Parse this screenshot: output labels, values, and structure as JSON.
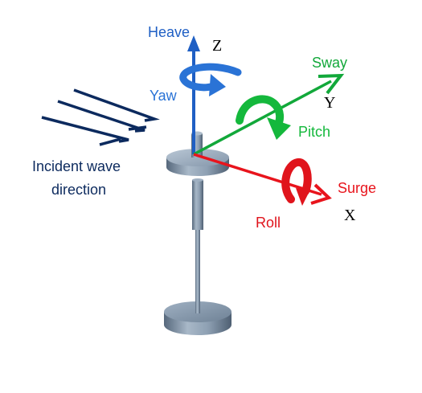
{
  "labels": {
    "heave": "Heave",
    "z": "Z",
    "yaw": "Yaw",
    "sway": "Sway",
    "y": "Y",
    "pitch": "Pitch",
    "surge": "Surge",
    "x": "X",
    "roll": "Roll",
    "wave_line1": "Incident wave",
    "wave_line2": "direction"
  },
  "colors": {
    "heave_axis": "#1f5fc4",
    "yaw_arrow": "#2a73d6",
    "sway_axis": "#12a83a",
    "pitch_arrow": "#14b83c",
    "surge_axis": "#e8141c",
    "roll_arrow": "#e0141c",
    "wave_arrows": "#0c2a5e",
    "wave_text": "#0c2a5e",
    "structure": "#7f93a8"
  }
}
